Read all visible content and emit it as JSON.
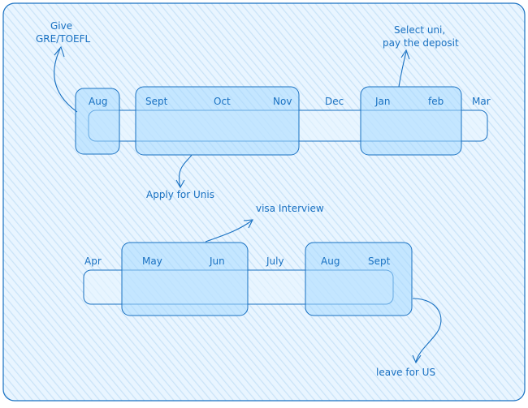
{
  "colors": {
    "stroke": "#1971c2",
    "fill": "#a5d8ff",
    "hatch": "#c9e3f8",
    "background": "#e7f5ff"
  },
  "timeline1": {
    "months": [
      "Aug",
      "Sept",
      "Oct",
      "Nov",
      "Dec",
      "Jan",
      "feb",
      "Mar"
    ]
  },
  "timeline2": {
    "months": [
      "Apr",
      "May",
      "Jun",
      "July",
      "Aug",
      "Sept"
    ]
  },
  "annotations": {
    "give_line1": "Give",
    "give_line2": "GRE/TOEFL",
    "select_line1": "Select uni,",
    "select_line2": "pay the deposit",
    "apply": "Apply for Unis",
    "visa": "visa Interview",
    "leave": "leave for US"
  }
}
